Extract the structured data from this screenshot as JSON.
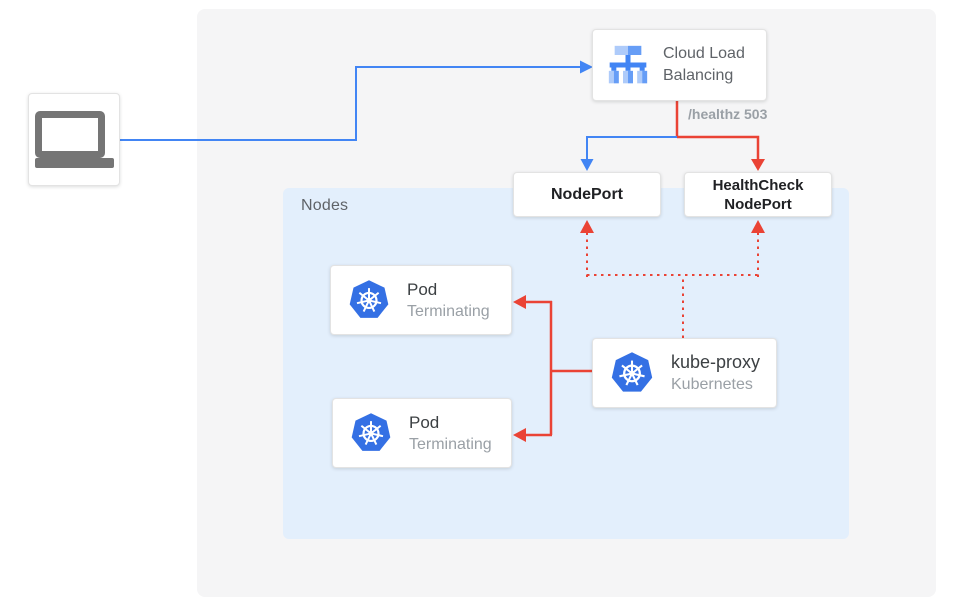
{
  "diagram": {
    "nodes_panel": {
      "label": "Nodes"
    },
    "client": {
      "icon": "laptop-icon"
    },
    "cloud_load_balancing": {
      "icon": "cloud-load-balancing-icon",
      "line1": "Cloud Load",
      "line2": "Balancing"
    },
    "healthz_label": "/healthz 503",
    "nodeport": {
      "label": "NodePort"
    },
    "healthcheck_nodeport": {
      "line1": "HealthCheck",
      "line2": "NodePort"
    },
    "pod1": {
      "icon": "kubernetes-icon",
      "title": "Pod",
      "status": "Terminating"
    },
    "pod2": {
      "icon": "kubernetes-icon",
      "title": "Pod",
      "status": "Terminating"
    },
    "kube_proxy": {
      "icon": "kubernetes-icon",
      "title": "kube-proxy",
      "subtitle": "Kubernetes"
    }
  },
  "colors": {
    "accent_blue": "#4285f4",
    "accent_red": "#ea4335",
    "kubernetes_blue": "#3470e4",
    "lb_icon_light": "#aecbfa",
    "lb_icon_mid": "#669df6",
    "panel_bg": "#f5f5f6",
    "nodes_bg": "#e3effc",
    "text_gray": "#5f6368",
    "text_muted": "#9aa0a6",
    "laptop_gray": "#757575"
  }
}
